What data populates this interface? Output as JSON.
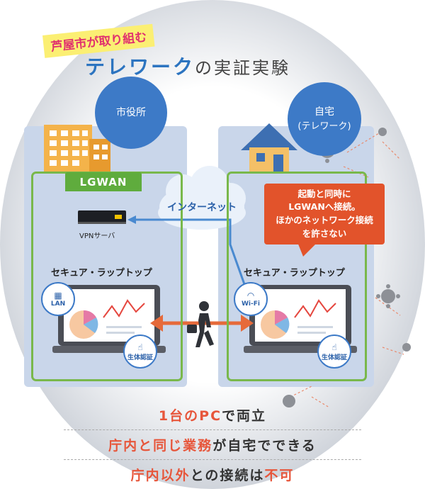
{
  "header": {
    "badge": "芦屋市が取り組む",
    "title_em": "テレワーク",
    "title_rest": "の実証実験"
  },
  "city_hall": {
    "label": "市役所"
  },
  "home": {
    "label": "自宅",
    "sub": "(テレワーク)"
  },
  "lgwan": {
    "label": "LGWAN"
  },
  "internet": {
    "label": "インターネット"
  },
  "vpn": {
    "label": "VPNサーバ"
  },
  "left_laptop": {
    "caption": "セキュア・ラップトップ",
    "net_badge": "LAN",
    "bio_badge": "生体認証"
  },
  "right_laptop": {
    "caption": "セキュア・ラップトップ",
    "net_badge": "Wi-Fi",
    "bio_badge": "生体認証"
  },
  "callout": {
    "line1": "起動と同時に",
    "line2": "LGWANへ接続。",
    "line3": "ほかのネットワーク接続",
    "line4": "を許さない"
  },
  "bottom": {
    "line1_a": "1台の",
    "line1_b": "PC",
    "line1_c": "で",
    "line1_d": "両立",
    "line2_a": "庁内と同じ業務",
    "line2_b": "が自宅でできる",
    "line3_a": "庁内以外",
    "line3_b": "との接続は",
    "line3_c": "不可"
  },
  "colors": {
    "accent_blue": "#3d7ac7",
    "lgwan_green": "#5fac3d",
    "callout_red": "#e2532b",
    "highlight": "#e7563b"
  }
}
